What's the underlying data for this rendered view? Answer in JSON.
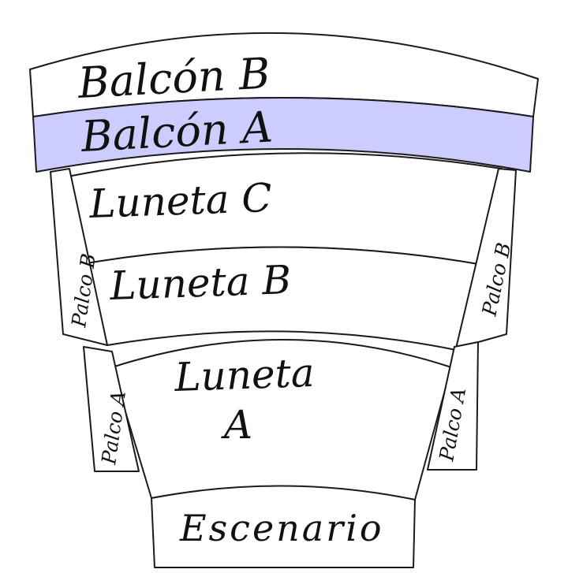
{
  "colors": {
    "selected_fill": "#ccccff",
    "outline": "#1a1a1a"
  },
  "selected_section": "Balcón A",
  "sections": {
    "balcon_b": "Balcón B",
    "balcon_a": "Balcón A",
    "luneta_c": "Luneta C",
    "luneta_b": "Luneta B",
    "luneta_a_line1": "Luneta",
    "luneta_a_line2": "A",
    "palco_b_left": "Palco B",
    "palco_b_right": "Palco B",
    "palco_a_left": "Palco A",
    "palco_a_right": "Palco A",
    "escenario": "Escenario"
  }
}
